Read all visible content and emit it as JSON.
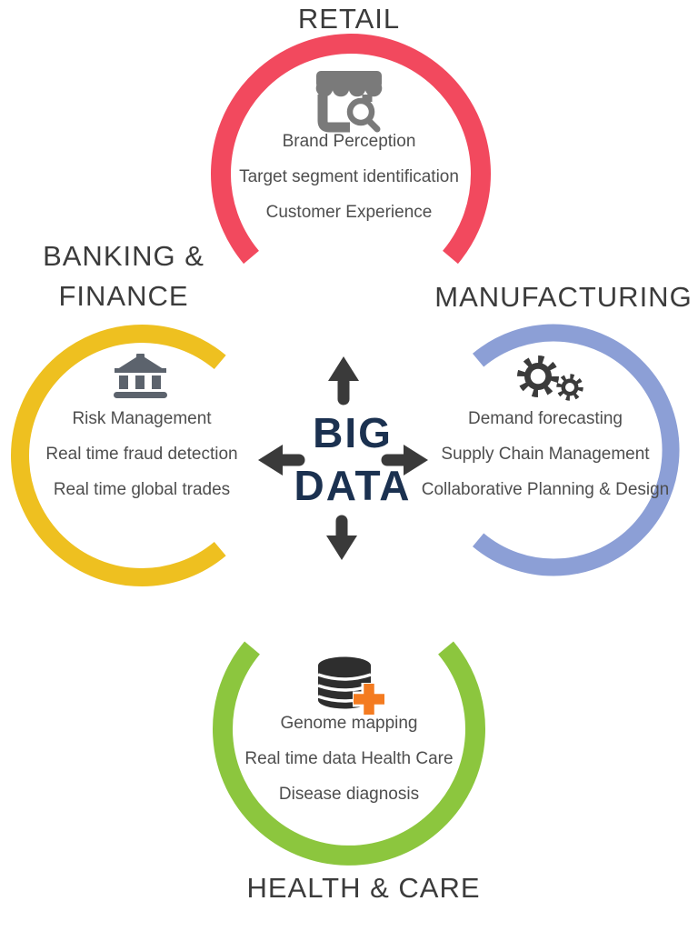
{
  "center": {
    "line1": "BIG",
    "line2": "DATA"
  },
  "sections": {
    "retail": {
      "title": "RETAIL",
      "items": [
        "Brand Perception",
        "Target segment identification",
        "Customer Experience"
      ]
    },
    "banking": {
      "title_line1": "BANKING &",
      "title_line2": "FINANCE",
      "items": [
        "Risk Management",
        "Real time fraud detection",
        "Real time global trades"
      ]
    },
    "manufacturing": {
      "title": "MANUFACTURING",
      "items": [
        "Demand forecasting",
        "Supply Chain Management",
        "Collaborative Planning & Design"
      ]
    },
    "health": {
      "title": "HEALTH & CARE",
      "items": [
        "Genome mapping",
        "Real time data Health Care",
        "Disease diagnosis"
      ]
    }
  },
  "icons": {
    "retail": "storefront-search-icon",
    "banking": "bank-building-icon",
    "manufacturing": "gears-icon",
    "health": "database-plus-icon",
    "center": "four-direction-arrows"
  },
  "colors": {
    "retail": "#F2495E",
    "banking": "#EEC020",
    "manufacturing": "#8C9FD6",
    "health": "#8CC63E",
    "big_data_text": "#1B3150",
    "arrow": "#3A3A3A",
    "title_text": "#3B3B3B",
    "item_text": "#4E4E4E",
    "retail_icon": "#7A7A7A",
    "banking_icon": "#5C636D",
    "manufacturing_icon": "#3B3B3B",
    "health_icon_db": "#2E2E2E",
    "health_icon_plus": "#F47B20"
  }
}
